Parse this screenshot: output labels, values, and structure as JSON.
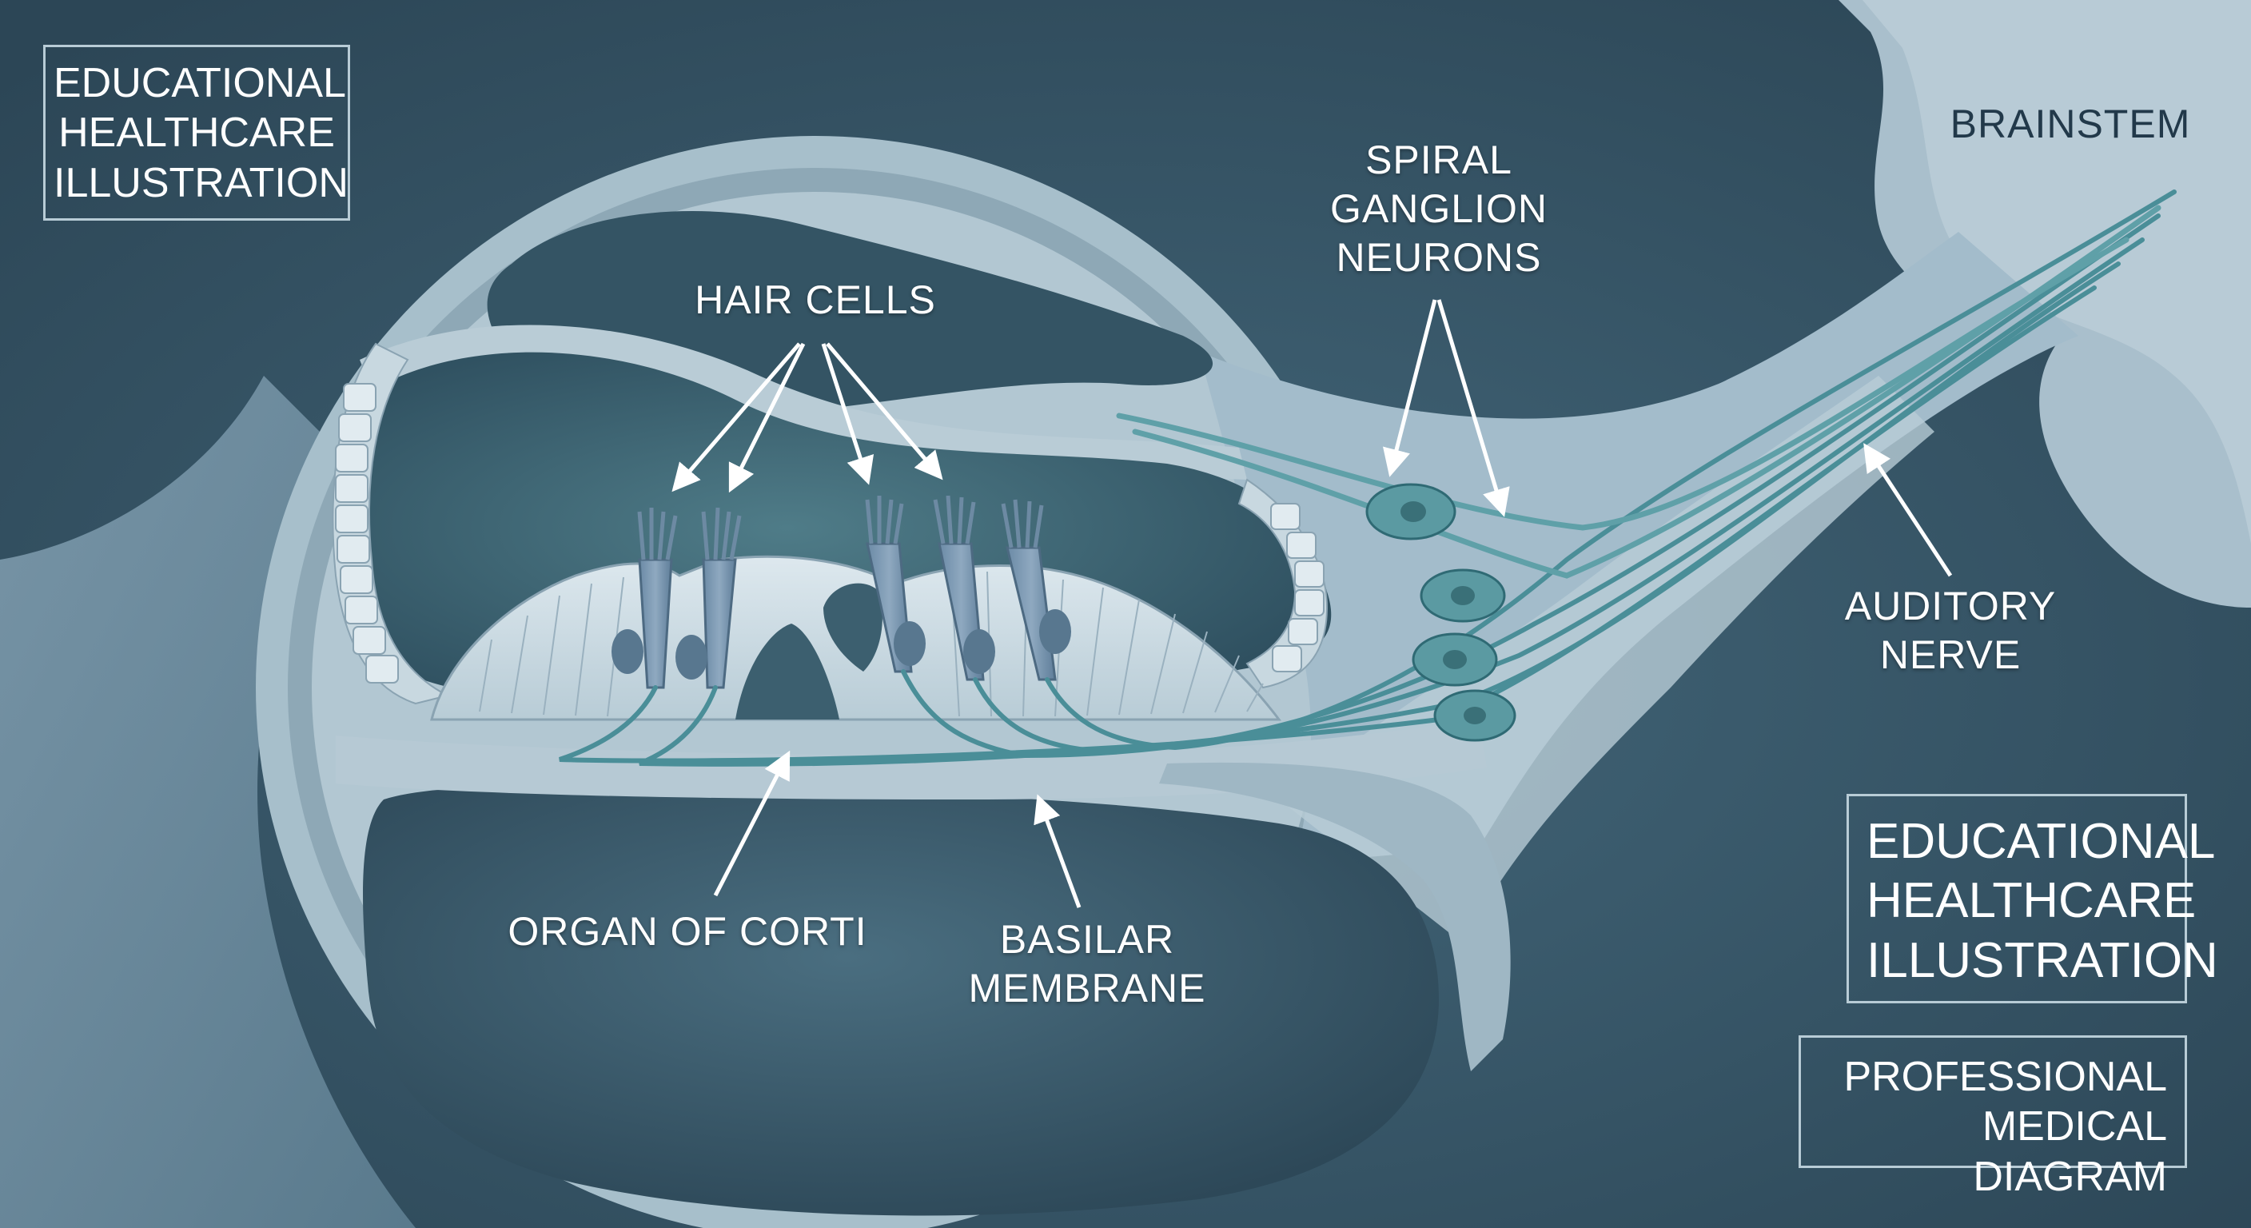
{
  "labels": {
    "hair_cells": "HAIR CELLS",
    "spiral_ganglion": [
      "SPIRAL",
      "GANGLION",
      "NEURONS"
    ],
    "brainstem": "BRAINSTEM",
    "auditory_nerve": [
      "AUDITORY",
      "NERVE"
    ],
    "organ_of_corti": "ORGAN OF CORTI",
    "basilar_membrane": [
      "BASILAR",
      "MEMBRANE"
    ]
  },
  "badges": {
    "top_left": [
      "EDUCATIONAL",
      "HEALTHCARE",
      "ILLUSTRATION"
    ],
    "bottom_right": [
      "EDUCATIONAL",
      "HEALTHCARE",
      "ILLUSTRATION"
    ],
    "professional": [
      "PROFESSIONAL",
      "MEDICAL DIAGRAM"
    ]
  },
  "colors": {
    "background": "#345060",
    "tissue": "#a9c1cd",
    "neuron": "#4a8e98",
    "label": "#ffffff"
  }
}
